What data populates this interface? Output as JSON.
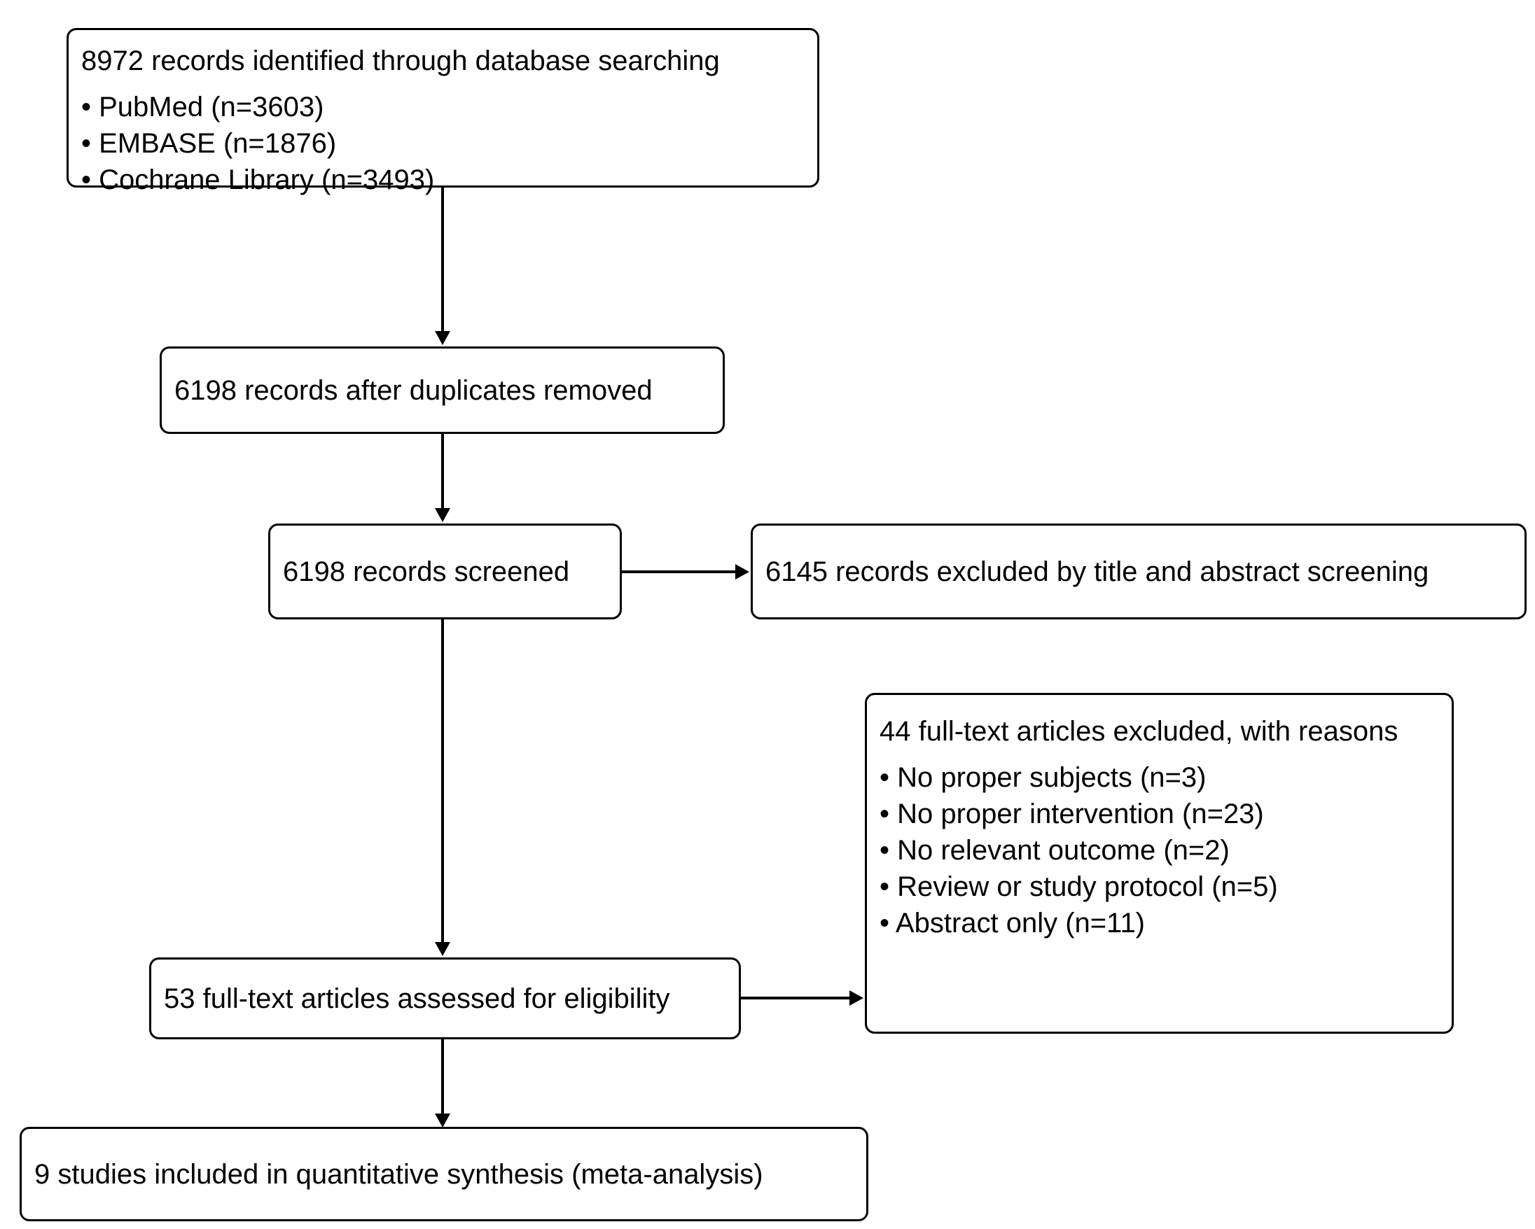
{
  "diagram": {
    "title": "PRISMA flow diagram",
    "type": "flowchart",
    "stroke_color": "#000000",
    "background_color": "#ffffff"
  },
  "nodes": {
    "identified": {
      "heading": "8972 records identified through database searching",
      "items": [
        "• PubMed (n=3603)",
        "• EMBASE (n=1876)",
        "• Cochrane Library (n=3493)"
      ]
    },
    "duplicates": {
      "text": "6198 records after duplicates removed"
    },
    "screened": {
      "text": "6198 records screened"
    },
    "excluded_screening": {
      "text": "6145 records excluded by title and abstract screening"
    },
    "reasons": {
      "heading": "44 full-text articles excluded, with reasons",
      "items": [
        "• No proper subjects (n=3)",
        "• No proper intervention (n=23)",
        "• No relevant outcome (n=2)",
        "• Review or study protocol (n=5)",
        "• Abstract only (n=11)"
      ]
    },
    "fulltext": {
      "text": "53 full-text articles assessed for eligibility"
    },
    "included": {
      "text": "9 studies included in quantitative synthesis (meta-analysis)"
    }
  },
  "connectors": [
    {
      "name": "identified-to-duplicates",
      "direction": "down"
    },
    {
      "name": "duplicates-to-screened",
      "direction": "down"
    },
    {
      "name": "screened-to-excluded-screening",
      "direction": "right"
    },
    {
      "name": "screened-to-fulltext",
      "direction": "down"
    },
    {
      "name": "fulltext-to-reasons",
      "direction": "right"
    },
    {
      "name": "fulltext-to-included",
      "direction": "down"
    }
  ]
}
